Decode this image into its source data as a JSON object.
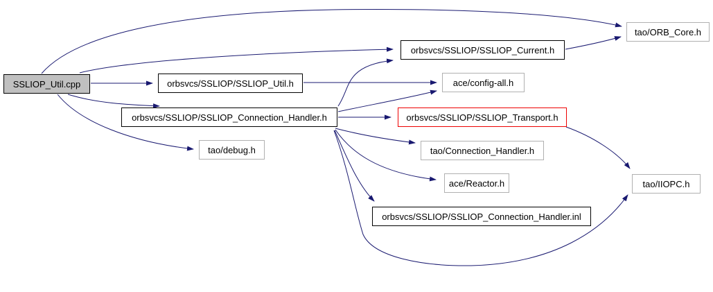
{
  "diagram": {
    "type": "include-dependency-graph",
    "source_file": "SSLIOP_Util.cpp",
    "edge_color": "#191970",
    "highlight_border_color": "#ee0000",
    "source_fill_color": "#c0c0c0",
    "nodes": [
      {
        "label": "SSLIOP_Util.cpp"
      },
      {
        "label": "orbsvcs/SSLIOP/SSLIOP_Current.h"
      },
      {
        "label": "tao/ORB_Core.h"
      },
      {
        "label": "orbsvcs/SSLIOP/SSLIOP_Util.h"
      },
      {
        "label": "ace/config-all.h"
      },
      {
        "label": "orbsvcs/SSLIOP/SSLIOP_Connection_Handler.h"
      },
      {
        "label": "orbsvcs/SSLIOP/SSLIOP_Transport.h"
      },
      {
        "label": "tao/debug.h"
      },
      {
        "label": "tao/Connection_Handler.h"
      },
      {
        "label": "ace/Reactor.h"
      },
      {
        "label": "tao/IIOPC.h"
      },
      {
        "label": "orbsvcs/SSLIOP/SSLIOP_Connection_Handler.inl"
      }
    ],
    "edges": [
      {
        "from": "SSLIOP_Util.cpp",
        "to": "tao/ORB_Core.h"
      },
      {
        "from": "SSLIOP_Util.cpp",
        "to": "orbsvcs/SSLIOP/SSLIOP_Current.h"
      },
      {
        "from": "SSLIOP_Util.cpp",
        "to": "orbsvcs/SSLIOP/SSLIOP_Util.h"
      },
      {
        "from": "SSLIOP_Util.cpp",
        "to": "orbsvcs/SSLIOP/SSLIOP_Connection_Handler.h"
      },
      {
        "from": "SSLIOP_Util.cpp",
        "to": "tao/debug.h"
      },
      {
        "from": "orbsvcs/SSLIOP/SSLIOP_Util.h",
        "to": "ace/config-all.h"
      },
      {
        "from": "orbsvcs/SSLIOP/SSLIOP_Current.h",
        "to": "tao/ORB_Core.h"
      },
      {
        "from": "orbsvcs/SSLIOP/SSLIOP_Connection_Handler.h",
        "to": "orbsvcs/SSLIOP/SSLIOP_Current.h"
      },
      {
        "from": "orbsvcs/SSLIOP/SSLIOP_Connection_Handler.h",
        "to": "ace/config-all.h"
      },
      {
        "from": "orbsvcs/SSLIOP/SSLIOP_Connection_Handler.h",
        "to": "orbsvcs/SSLIOP/SSLIOP_Transport.h"
      },
      {
        "from": "orbsvcs/SSLIOP/SSLIOP_Connection_Handler.h",
        "to": "tao/Connection_Handler.h"
      },
      {
        "from": "orbsvcs/SSLIOP/SSLIOP_Connection_Handler.h",
        "to": "ace/Reactor.h"
      },
      {
        "from": "orbsvcs/SSLIOP/SSLIOP_Connection_Handler.h",
        "to": "orbsvcs/SSLIOP/SSLIOP_Connection_Handler.inl"
      },
      {
        "from": "orbsvcs/SSLIOP/SSLIOP_Connection_Handler.h",
        "to": "tao/IIOPC.h"
      },
      {
        "from": "orbsvcs/SSLIOP/SSLIOP_Transport.h",
        "to": "tao/IIOPC.h"
      }
    ]
  }
}
